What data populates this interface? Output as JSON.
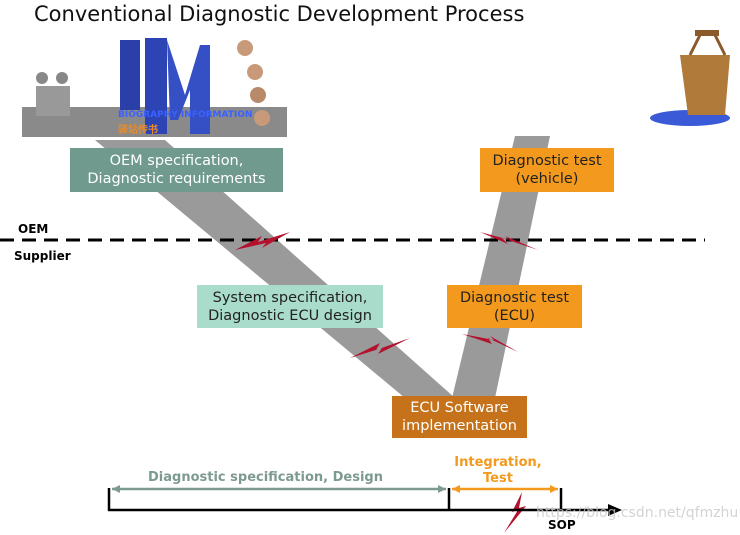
{
  "title": "Conventional Diagnostic Development Process",
  "logo": {
    "text": "BIOGRAPHY INFORMATION",
    "subtext": "驿站传书"
  },
  "boxes": {
    "oem_spec": "OEM specification,\nDiagnostic requirements",
    "diag_test_vehicle": "Diagnostic test\n(vehicle)",
    "system_spec": "System specification,\nDiagnostic ECU design",
    "diag_test_ecu": "Diagnostic test\n(ECU)",
    "ecu_software": "ECU Software\nimplementation"
  },
  "roles": {
    "oem": "OEM",
    "supplier": "Supplier"
  },
  "timeline": {
    "design": "Diagnostic specification, Design",
    "integration": "Integration,\nTest",
    "sop": "SOP"
  },
  "watermark": "https://blog.csdn.net/qfmzhu",
  "colors": {
    "v_shape": "#9a9a9a",
    "oem_box": "#6f9a8d",
    "supplier_box": "#a9dccb",
    "test_box": "#f39a1e",
    "ecu_box": "#c5721a",
    "lightning": "#b3112e"
  }
}
